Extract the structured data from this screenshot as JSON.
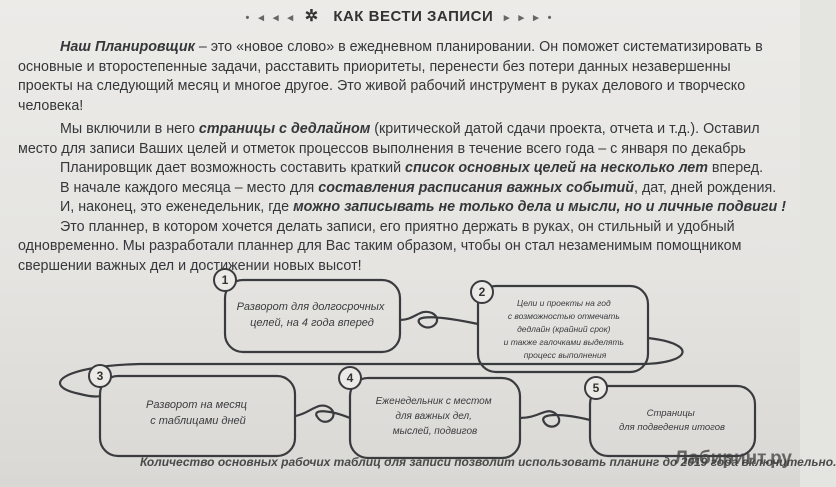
{
  "header": {
    "left_deco": "• ◂ ◂ ◂",
    "right_deco": "▸ ▸ ▸ •",
    "title": "КАК ВЕСТИ ЗАПИСИ"
  },
  "paragraphs": {
    "p1": {
      "l1a": "Наш Планировщик",
      "l1b": " – это «новое слово» в ежедневном планировании. Он поможет систематизировать в",
      "l2": "основные и второстепенные задачи, расставить приоритеты, перенести без потери данных незавершенны",
      "l3": "проекты на следующий месяц и многое другое. Это живой рабочий инструмент в руках делового и творческо",
      "l4": "человека!"
    },
    "p2": {
      "l1a": "Мы включили в него ",
      "l1b": "страницы с дедлайном",
      "l1c": " (критической датой сдачи проекта, отчета и т.д.). Оставил",
      "l2": "место для записи Ваших целей и отметок процессов выполнения в течение всего года – с января по декабрь"
    },
    "p3": {
      "l1a": "Планировщик дает возможность составить краткий ",
      "l1b": "список основных целей на несколько лет",
      "l1c": " вперед."
    },
    "p4": {
      "l1a": "В начале каждого месяца – место для ",
      "l1b": "составления расписания важных событий",
      "l1c": ", дат, дней рождения."
    },
    "p5": {
      "l1a": "И, наконец, это еженедельник, где ",
      "l1b": "можно записывать не только дела и мысли, но и личные подвиги !"
    },
    "p6": {
      "l1": "Это планнер, в котором хочется делать записи, его приятно держать в руках, он стильный и удобный",
      "l2": "одновременно. Мы разработали планнер для Вас таким образом, чтобы он стал незаменимым помощником",
      "l3": "свершении важных дел и достижении новых высот!"
    }
  },
  "diagram": {
    "steps": [
      {
        "num": "1",
        "lines": [
          "Разворот для долгосрочных",
          "целей, на 4 года вперед"
        ]
      },
      {
        "num": "2",
        "lines": [
          "Цели и проекты на год",
          "с возможностью отмечать",
          "дедлайн (крайний срок)",
          "и также галочками выделять",
          "процесс выполнения"
        ]
      },
      {
        "num": "3",
        "lines": [
          "Разворот на месяц",
          "с таблицами дней"
        ]
      },
      {
        "num": "4",
        "lines": [
          "Еженедельник с местом",
          "для важных дел,",
          "мыслей, подвигов"
        ]
      },
      {
        "num": "5",
        "lines": [
          "Страницы",
          "для подведения итогов"
        ]
      }
    ]
  },
  "caption": "Количество основных рабочих таблиц для записи позволит использовать планинг до 2019 года включительно.",
  "watermark": "Лабиринт.ру"
}
